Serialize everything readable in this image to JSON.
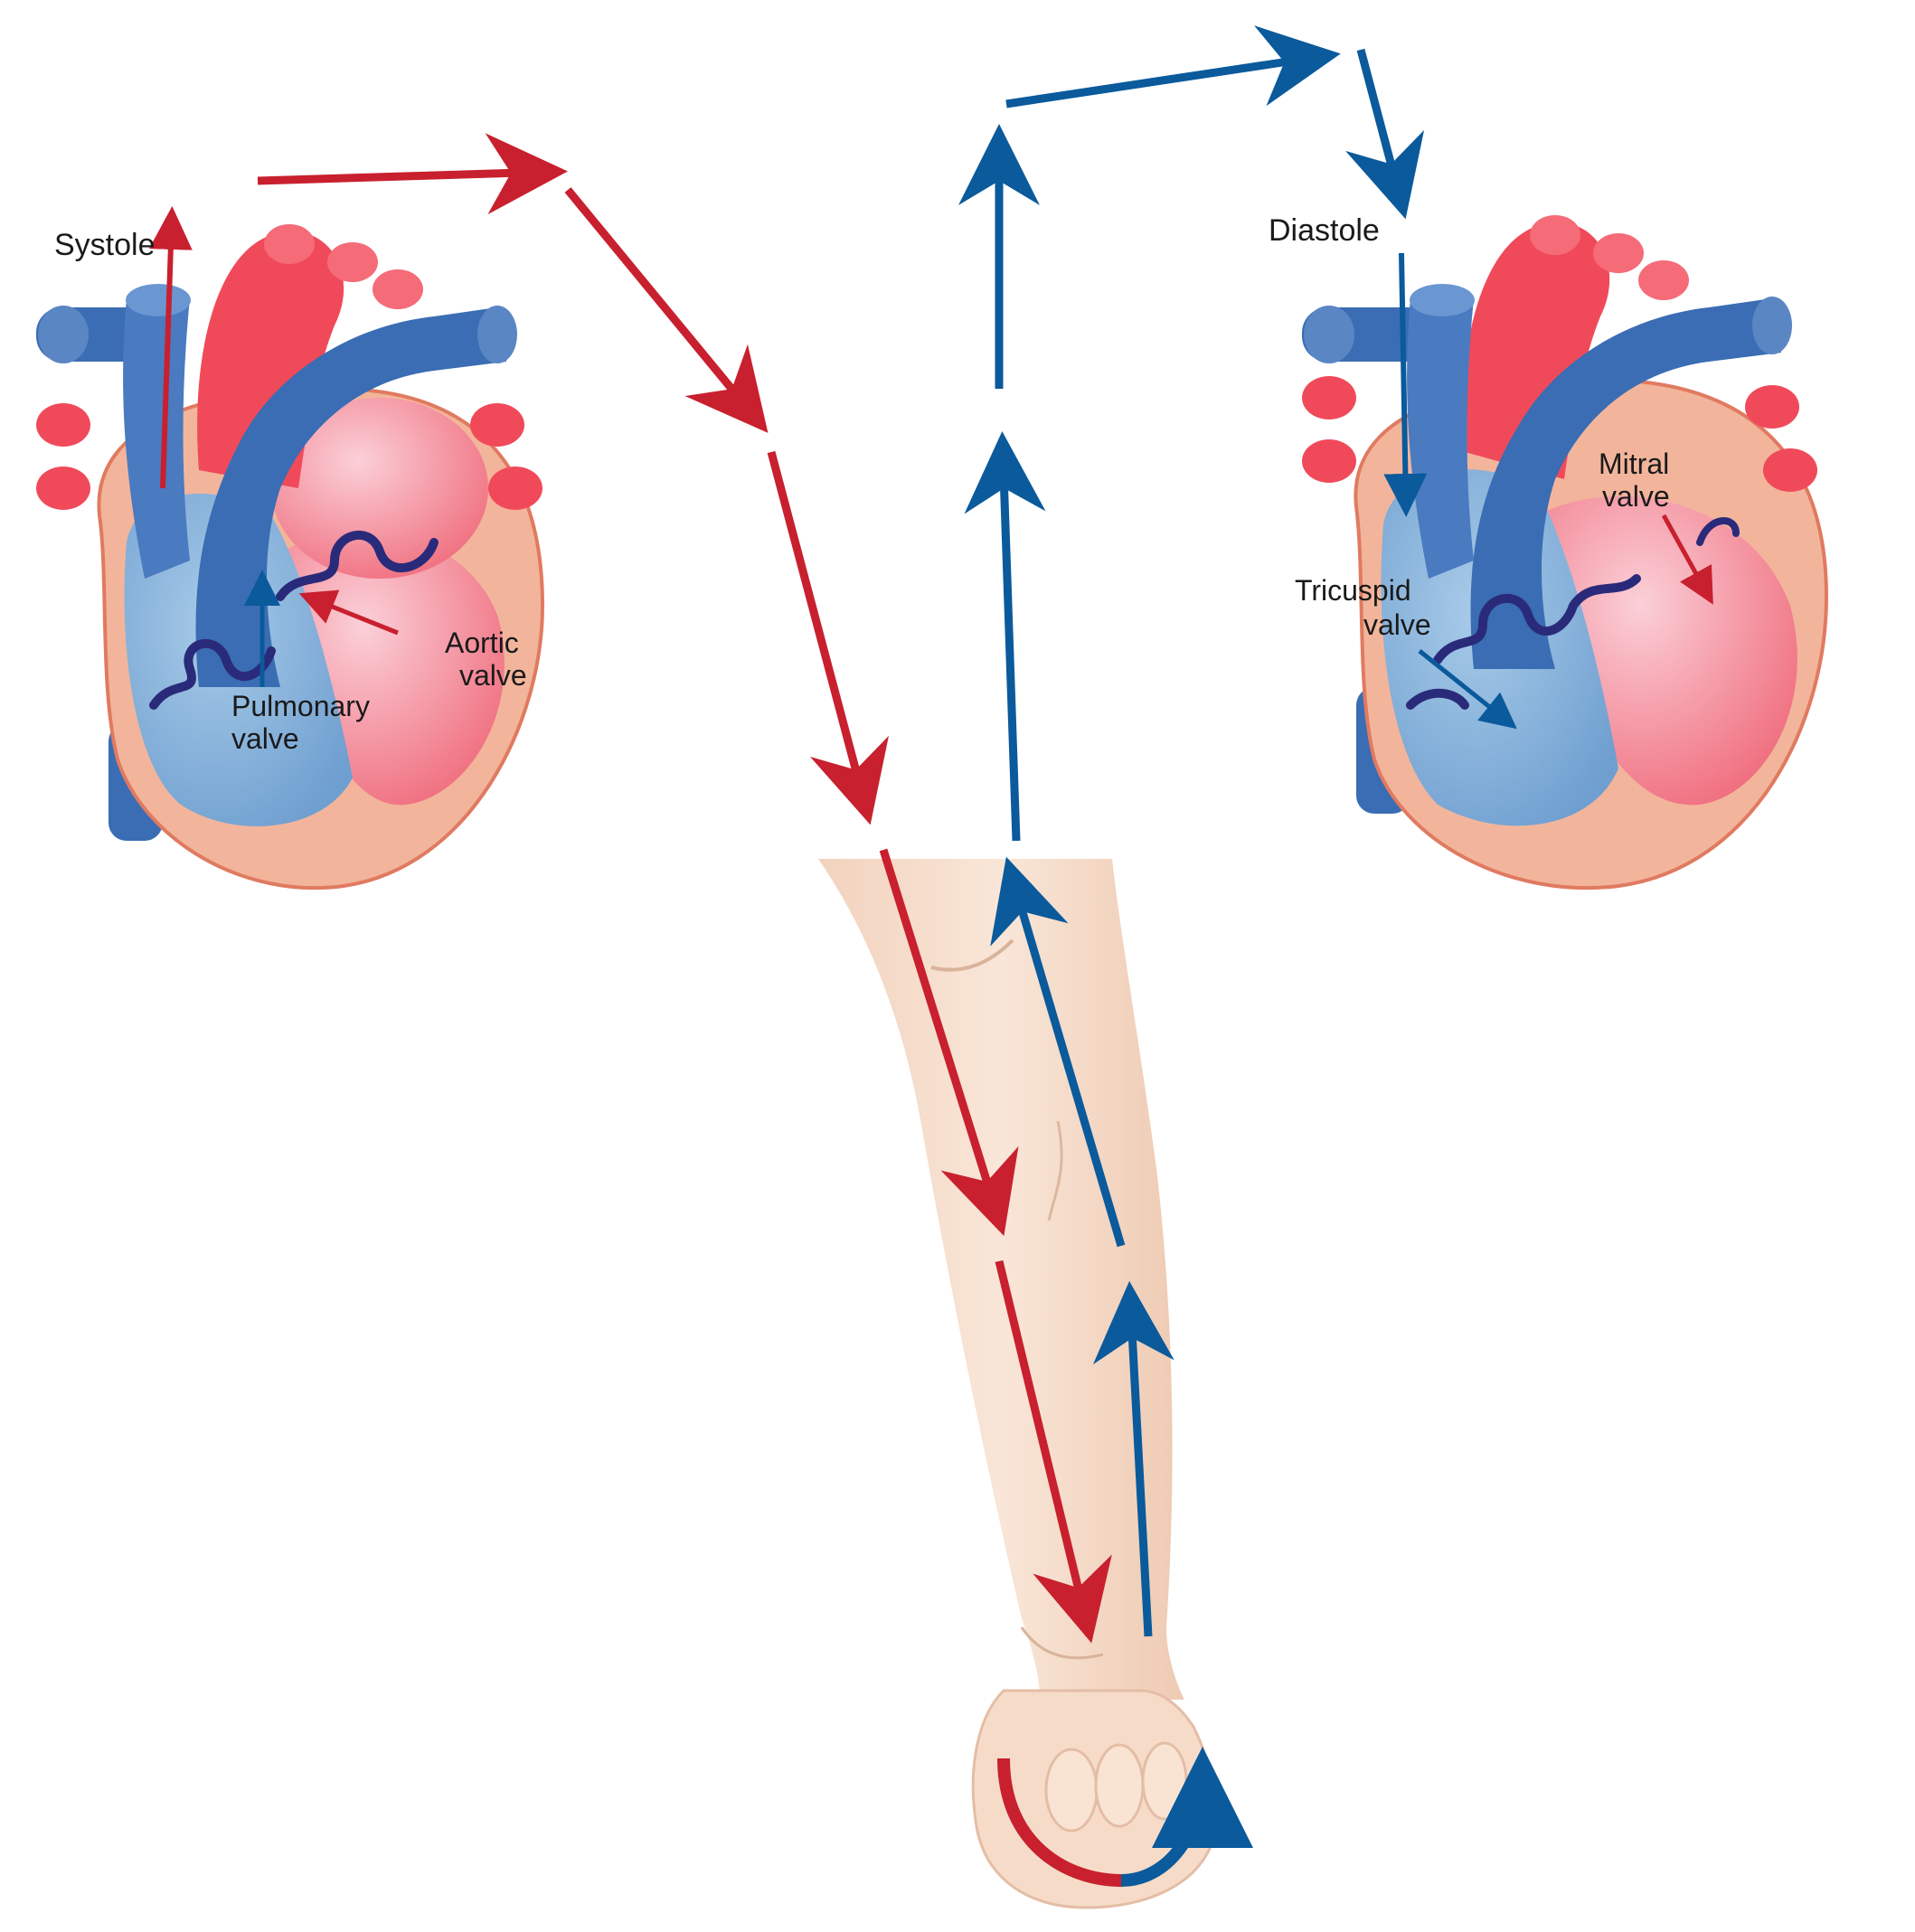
{
  "labels": {
    "systole": "Systole",
    "diastole": "Diastole",
    "aortic_valve_line1": "Aortic",
    "aortic_valve_line2": "valve",
    "pulmonary_valve_line1": "Pulmonary",
    "pulmonary_valve_line2": "valve",
    "mitral_valve_line1": "Mitral",
    "mitral_valve_line2": "valve",
    "tricuspid_valve_line1": "Tricuspid",
    "tricuspid_valve_line2": "valve"
  },
  "colors": {
    "arterial_red": "#c8202e",
    "venous_blue": "#0a5a9c",
    "heart_red": "#f04a5a",
    "heart_pink": "#f58a9a",
    "heart_blue": "#3a6db3",
    "chamber_blue": "#7fb0d8",
    "myocardium": "#f2b59c",
    "valve_purple": "#2a2a7a",
    "skin": "#f6dcc8"
  }
}
